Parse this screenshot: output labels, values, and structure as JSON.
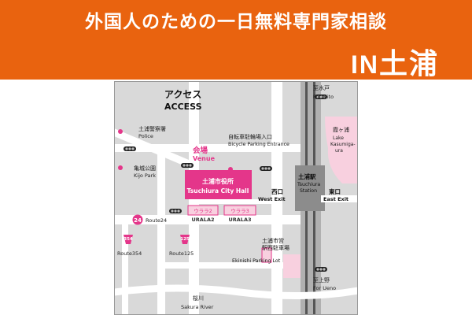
{
  "header": {
    "title": "外国人のための一日無料専門家相談",
    "subtitle_prefix": "IN",
    "subtitle_city": "土浦"
  },
  "map": {
    "heading_ja": "アクセス",
    "heading_en": "ACCESS",
    "venue_ja": "会場",
    "venue_en": "Venue",
    "city_hall_ja": "土浦市役所",
    "city_hall_en": "Tsuchiura City Hall",
    "police_ja": "土浦警察署",
    "police_en": "Police",
    "kijo_ja": "亀城公園",
    "kijo_en": "Kijo Park",
    "bicycle_ja": "自転車駐輪場入口",
    "bicycle_en": "Bicycle Parking Entrance",
    "to_mito_ja": "至水戸",
    "to_mito_en": "For Mito",
    "lake_ja": "霞ヶ浦",
    "lake_en_1": "Lake",
    "lake_en_2": "Kasumiga-",
    "lake_en_3": "ura",
    "station_ja": "土浦駅",
    "station_en_1": "Tsuchiura",
    "station_en_2": "Station",
    "west_exit_ja": "西口",
    "west_exit_en": "West Exit",
    "east_exit_ja": "東口",
    "east_exit_en": "East Exit",
    "route24_badge": "24",
    "route24_label": "Route24",
    "route354_badge": "354",
    "route354_label": "Route354",
    "route125_badge": "125",
    "route125_label": "Route125",
    "urala2_ja": "ウララ2",
    "urala2_en": "URALA2",
    "urala3_ja": "ウララ3",
    "urala3_en": "URALA3",
    "parking_ja_1": "土浦市営",
    "parking_ja_2": "駅西駐車場",
    "parking_en": "Ekinishi Parking Lot",
    "to_ueno_ja": "至上野",
    "to_ueno_en": "For Ueno",
    "river_ja": "桜川",
    "river_en": "Sakura River"
  },
  "colors": {
    "banner": "#e9630f",
    "venue": "#e4368a",
    "lake": "#f8d0df",
    "road": "#ffffff",
    "block": "#d9d9d9"
  }
}
